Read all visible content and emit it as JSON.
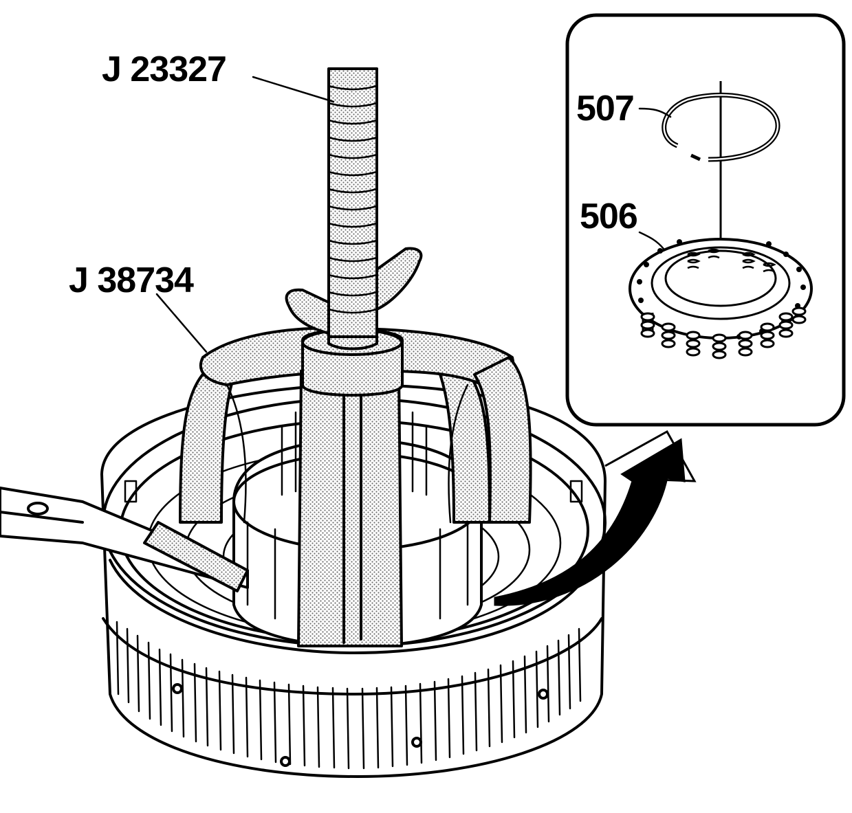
{
  "callouts": {
    "puller_tool": "J 23327",
    "adapter_tool": "J 38734",
    "snap_ring": "507",
    "spring_assembly": "506"
  },
  "colors": {
    "ink": "#000000",
    "background": "#ffffff",
    "stipple": "#c8c8c8"
  }
}
